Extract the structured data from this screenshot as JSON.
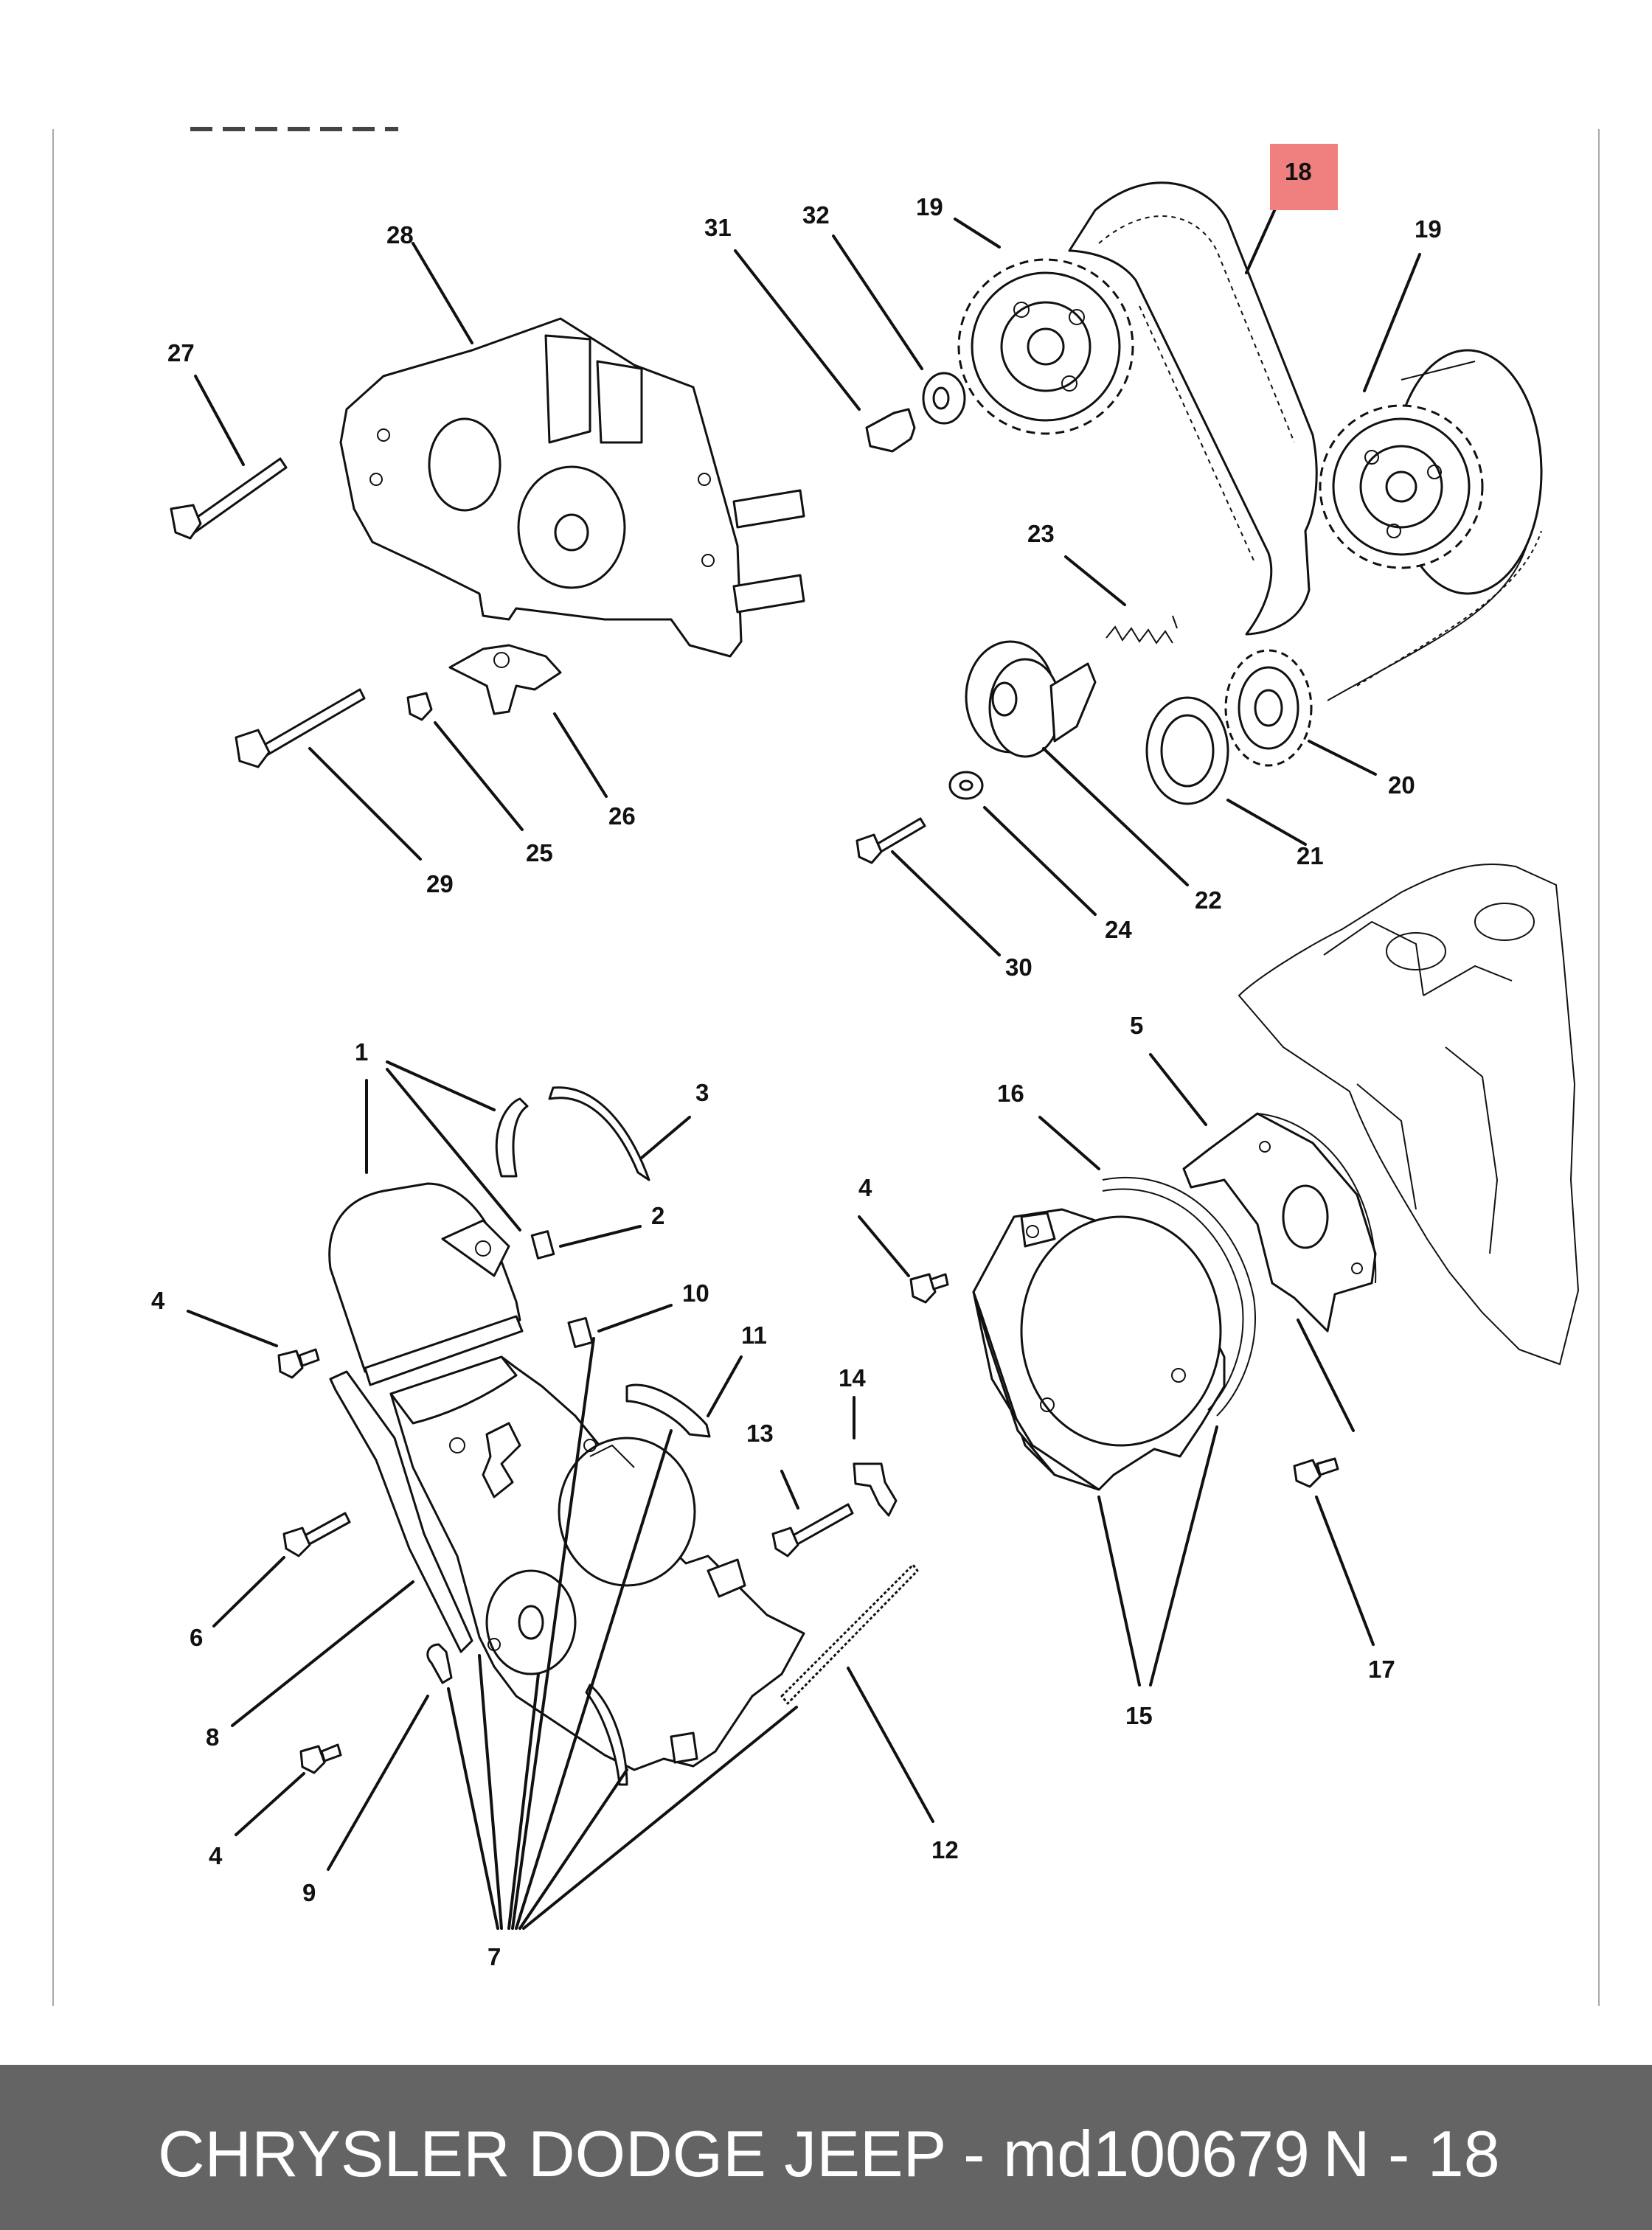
{
  "highlight": {
    "label": "18",
    "color": "#f08080"
  },
  "callouts": [
    "1",
    "2",
    "3",
    "4",
    "4",
    "4",
    "5",
    "6",
    "7",
    "8",
    "9",
    "10",
    "11",
    "12",
    "13",
    "14",
    "15",
    "16",
    "17",
    "19",
    "19",
    "20",
    "21",
    "22",
    "23",
    "24",
    "25",
    "26",
    "27",
    "28",
    "29",
    "30",
    "31",
    "32"
  ],
  "footer": {
    "title": "CHRYSLER DODGE JEEP - md100679",
    "page": "N - 18"
  },
  "colors": {
    "footer_bg": "#646464",
    "footer_text": "#ffffff"
  }
}
